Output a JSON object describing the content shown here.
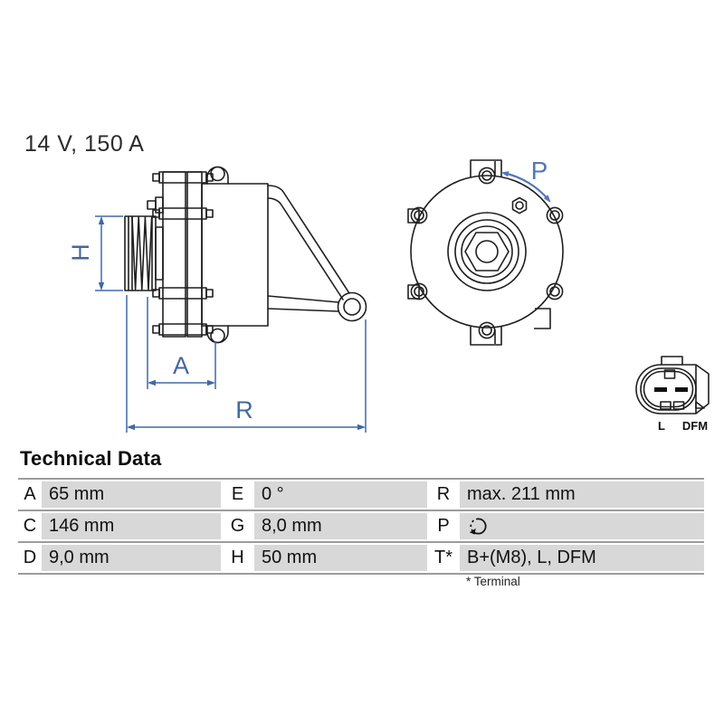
{
  "title": "14 V, 150 A",
  "diagram": {
    "dim_h": "H",
    "dim_a": "A",
    "dim_r": "R",
    "rotation_label": "P",
    "connector_pin_left": "L",
    "connector_pin_right": "DFM"
  },
  "table": {
    "title": "Technical Data",
    "footnote": "* Terminal",
    "rows": [
      {
        "cells": [
          {
            "key": "A",
            "value": "65 mm"
          },
          {
            "key": "E",
            "value": "0 °"
          },
          {
            "key": "R",
            "value": "max. 211 mm"
          }
        ]
      },
      {
        "cells": [
          {
            "key": "C",
            "value": "146 mm"
          },
          {
            "key": "G",
            "value": "8,0 mm"
          },
          {
            "key": "P",
            "value": "",
            "icon": "rotation-ccw-icon"
          }
        ]
      },
      {
        "cells": [
          {
            "key": "D",
            "value": "9,0 mm"
          },
          {
            "key": "H",
            "value": "50 mm"
          },
          {
            "key": "T*",
            "value": "B+(M8), L, DFM"
          }
        ]
      }
    ]
  },
  "colors": {
    "accent_blue": "#4168a8",
    "drawing_line": "#1f1f1f",
    "table_cell_gray": "#d8d8d8",
    "table_rule_gray": "#9c9c9c"
  }
}
